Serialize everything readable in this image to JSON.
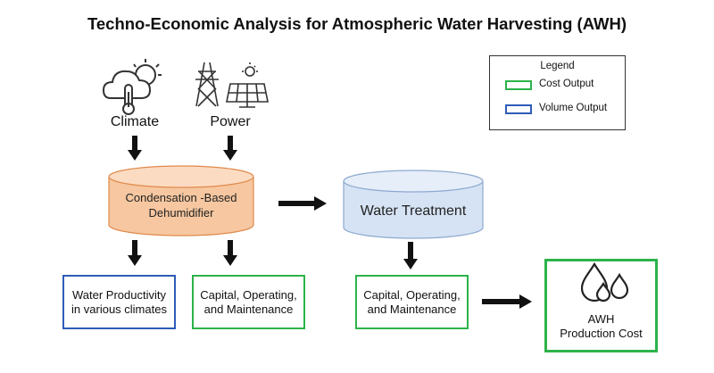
{
  "title": "Techno-Economic Analysis for Atmospheric Water Harvesting (AWH)",
  "inputs": {
    "climate": "Climate",
    "power": "Power"
  },
  "nodes": {
    "dehumidifier_line1": "Condensation -Based",
    "dehumidifier_line2": "Dehumidifier",
    "water_treatment": "Water Treatment",
    "water_productivity": "Water Productivity in various climates",
    "capex_opex_1": "Capital, Operating, and Maintenance",
    "capex_opex_2": "Capital, Operating, and Maintenance",
    "awh_cost_line1": "AWH",
    "awh_cost_line2": "Production Cost"
  },
  "legend": {
    "title": "Legend",
    "cost_output": "Cost Output",
    "volume_output": "Volume Output"
  },
  "colors": {
    "cost_output": "#2db34a",
    "volume_output": "#2e5cb8",
    "cylinder_orange_fill": "#f6c7a0",
    "cylinder_orange_stroke": "#e0894a",
    "cylinder_blue_fill": "#d6e3f4",
    "cylinder_blue_stroke": "#8da9cf"
  },
  "icons": {
    "climate": "cloud-sun-thermometer-icon",
    "power": "power-tower-solar-panel-icon",
    "awh": "water-drops-icon"
  }
}
